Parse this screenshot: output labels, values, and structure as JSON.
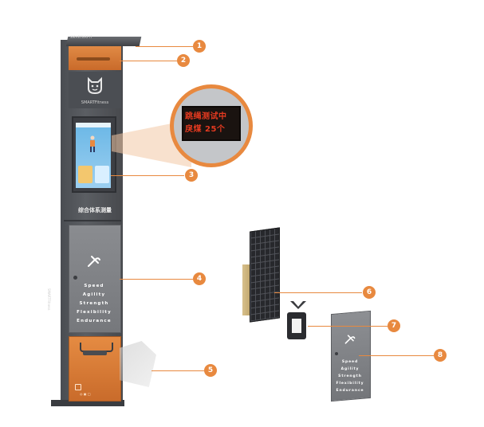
{
  "kiosk": {
    "roof_label": "SMARTERFIT",
    "brand_text": "SMARTFitness",
    "title": "综合体系测量",
    "door_lines": [
      "Speed",
      "Agility",
      "Strength",
      "Flexibility",
      "Endurance"
    ],
    "side_text": "SMARTFitness",
    "sensor_label": "◎ ▣ □"
  },
  "callout": {
    "led_line1": "跳绳测试中",
    "led_line2": "戾煤  25个"
  },
  "door8": {
    "lines": [
      "Speed",
      "Agility",
      "Strength",
      "Flexibility",
      "Endurance"
    ]
  },
  "badges": [
    "1",
    "2",
    "3",
    "4",
    "5",
    "6",
    "7",
    "8"
  ],
  "colors": {
    "accent": "#e8893f",
    "kiosk": "#4f5257",
    "led_text": "#e53a20"
  },
  "icons": [
    "mascot-logo-icon",
    "runner-icon",
    "jump-rope-icon"
  ]
}
